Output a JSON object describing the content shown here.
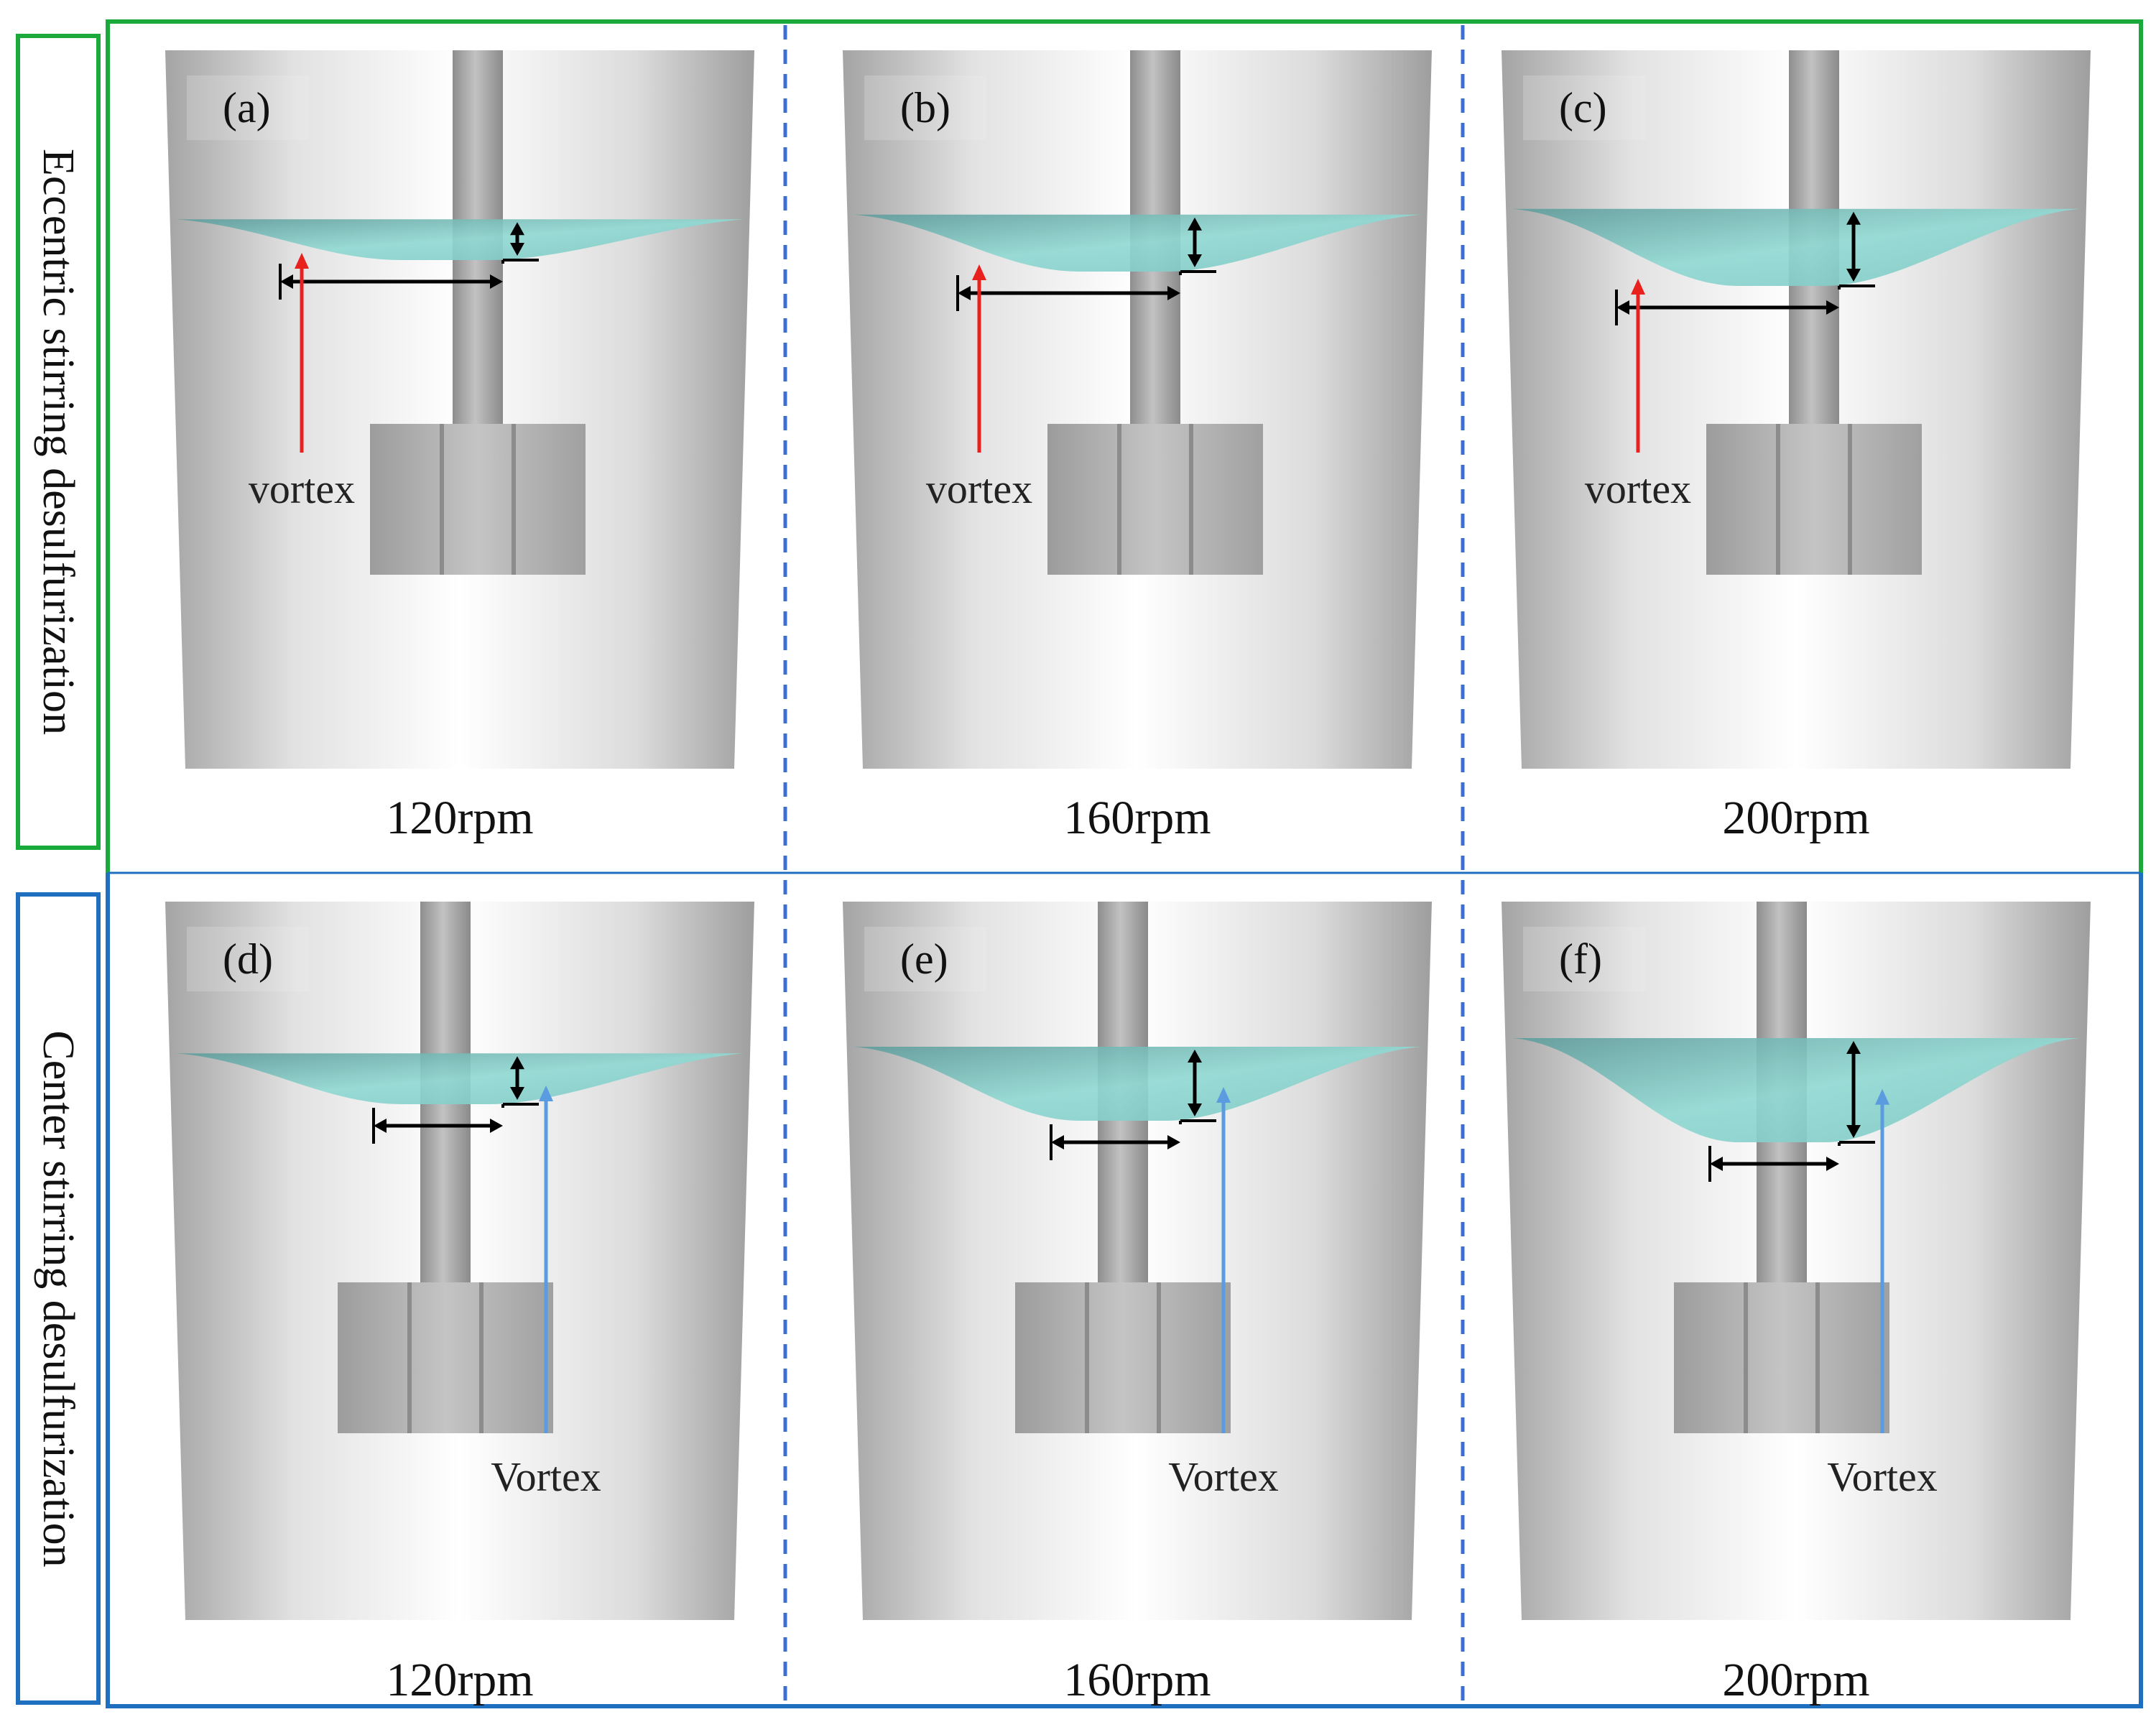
{
  "rows": [
    {
      "label": "Eccentric stirring desulfurization",
      "frame_color": "#1aaa3c",
      "vortex_label": "vortex",
      "vortex_arrow_color": "#e8201e",
      "panels": [
        {
          "letter": "(a)",
          "speed": "120rpm",
          "depth_level": 0.12
        },
        {
          "letter": "(b)",
          "speed": "160rpm",
          "depth_level": 0.28
        },
        {
          "letter": "(c)",
          "speed": "200rpm",
          "depth_level": 0.48
        }
      ]
    },
    {
      "label": "Center stirring desulfurization",
      "frame_color": "#1f6fc1",
      "vortex_label": "Vortex",
      "vortex_arrow_color": "#5b9be0",
      "panels": [
        {
          "letter": "(d)",
          "speed": "120rpm",
          "depth_level": 0.22
        },
        {
          "letter": "(e)",
          "speed": "160rpm",
          "depth_level": 0.45
        },
        {
          "letter": "(f)",
          "speed": "200rpm",
          "depth_level": 0.75
        }
      ]
    }
  ],
  "colors": {
    "liquid": "#8fd8d2",
    "liquid_dark": "#5fa8a6",
    "vessel_shade": "#a8a8a8",
    "divider": "#3b6fd1",
    "measure": "#000000"
  }
}
